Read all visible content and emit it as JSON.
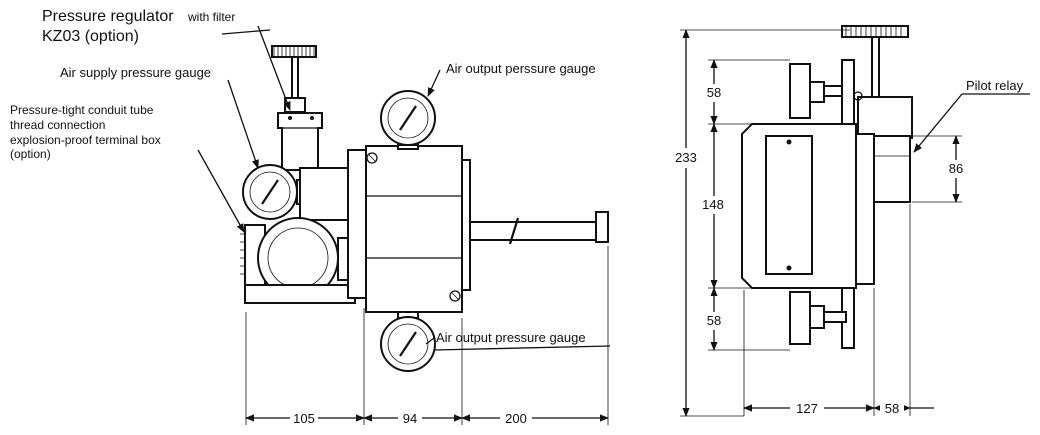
{
  "labels": {
    "regulator_main": "Pressure regulator",
    "regulator_suffix": "with filter",
    "regulator_model": "KZ03 (option)",
    "supply_gauge": "Air supply pressure gauge",
    "conduit_line1": "Pressure-tight conduit tube",
    "conduit_line2": "thread connection",
    "conduit_line3": "explosion-proof terminal box",
    "conduit_line4": "(option)",
    "output_gauge_top": "Air output perssure gauge",
    "output_gauge_bottom": "Air output pressure gauge",
    "pilot_relay": "Pilot relay"
  },
  "dimensions": {
    "front_left": "105",
    "front_mid": "94",
    "front_right": "200",
    "side_total_height": "233",
    "side_upper": "58",
    "side_body": "148",
    "side_lower": "58",
    "side_relay": "86",
    "side_width": "127",
    "side_relay_width": "58"
  }
}
